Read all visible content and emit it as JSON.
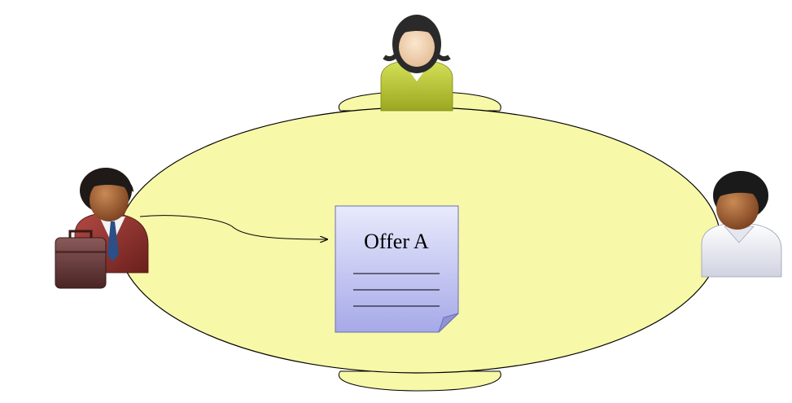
{
  "document": {
    "title": "Offer A"
  },
  "participants": [
    {
      "role": "businessman",
      "icon": "businessman-with-briefcase-icon"
    },
    {
      "role": "woman",
      "icon": "woman-person-icon"
    },
    {
      "role": "man",
      "icon": "man-person-icon"
    }
  ],
  "colors": {
    "table_fill": "#f7f8a8",
    "table_stroke": "#000000",
    "document_fill_top": "#e6e8fb",
    "document_fill_bottom": "#a9acea",
    "document_stroke": "#6b6fb0",
    "woman_shirt": "#b8c62e",
    "businessman_suit": "#8a2f2c",
    "man_shirt": "#eef0f6"
  }
}
